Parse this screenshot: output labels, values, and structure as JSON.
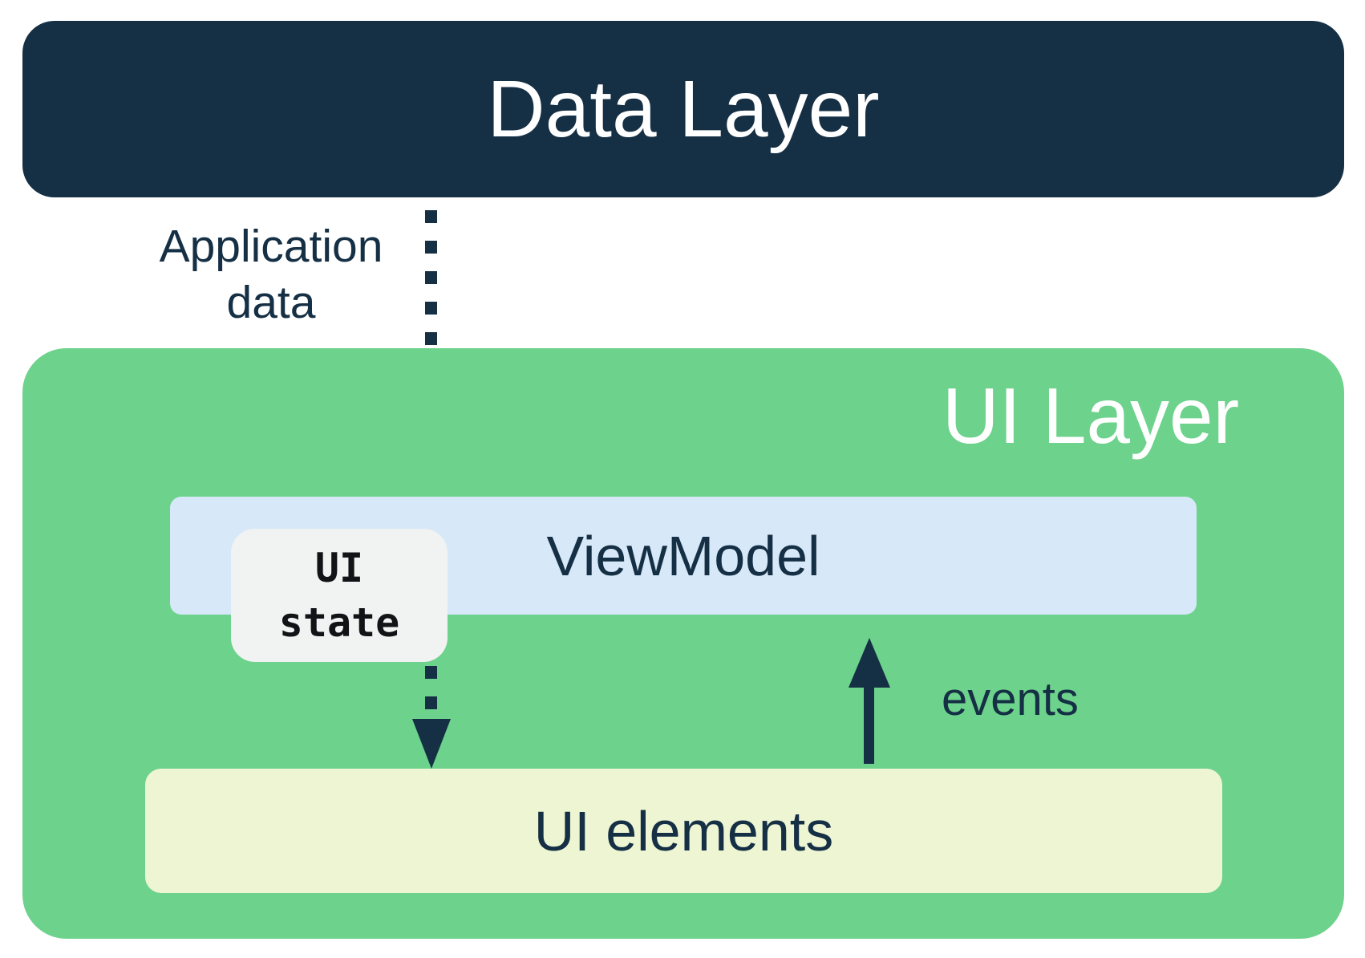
{
  "data_layer": {
    "label": "Data Layer"
  },
  "ui_layer": {
    "label": "UI Layer"
  },
  "viewmodel": {
    "label": "ViewModel"
  },
  "ui_state_badge": {
    "line1": "UI",
    "line2": "state"
  },
  "ui_elements": {
    "label": "UI elements"
  },
  "edges": {
    "application_data": {
      "line1": "Application",
      "line2": "data"
    },
    "events": {
      "label": "events"
    }
  },
  "colors": {
    "navy": "#152F44",
    "green": "#6DD28C",
    "light_blue": "#D7E8F8",
    "pale_yellow": "#EEF5D3",
    "badge_bg": "#F1F3F2",
    "badge_text": "#111316",
    "white": "#FFFFFF"
  }
}
